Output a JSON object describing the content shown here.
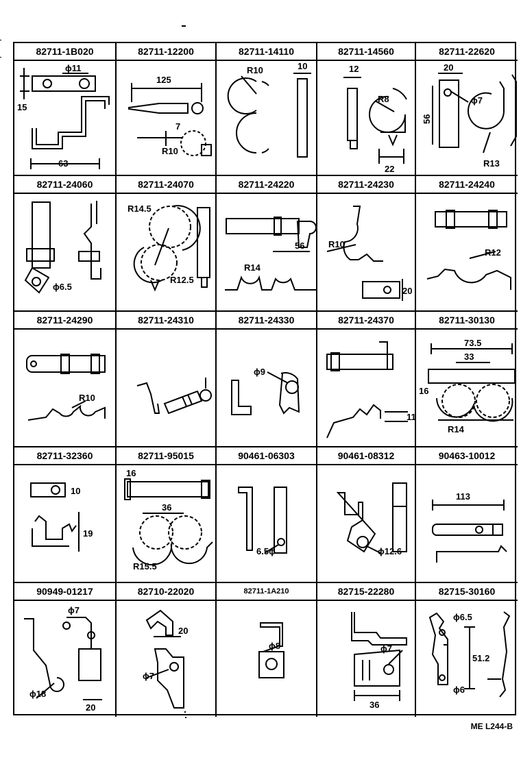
{
  "parts": [
    {
      "part_no": "82711-1B020",
      "dims": [
        "ϕ11",
        "15",
        "63"
      ]
    },
    {
      "part_no": "82711-12200",
      "dims": [
        "125",
        "7",
        "R10"
      ]
    },
    {
      "part_no": "82711-14110",
      "dims": [
        "R10",
        "10"
      ]
    },
    {
      "part_no": "82711-14560",
      "dims": [
        "12",
        "R8",
        "22"
      ]
    },
    {
      "part_no": "82711-22620",
      "dims": [
        "20",
        "ϕ7",
        "56",
        "R13"
      ]
    },
    {
      "part_no": "82711-24060",
      "dims": [
        "ϕ6.5"
      ]
    },
    {
      "part_no": "82711-24070",
      "dims": [
        "R14.5",
        "R12.5"
      ]
    },
    {
      "part_no": "82711-24220",
      "dims": [
        "56",
        "R14"
      ]
    },
    {
      "part_no": "82711-24230",
      "dims": [
        "R10",
        "20"
      ]
    },
    {
      "part_no": "82711-24240",
      "dims": [
        "R12"
      ]
    },
    {
      "part_no": "82711-24290",
      "dims": [
        "R10"
      ]
    },
    {
      "part_no": "82711-24310",
      "dims": []
    },
    {
      "part_no": "82711-24330",
      "dims": [
        "ϕ9"
      ]
    },
    {
      "part_no": "82711-24370",
      "dims": [
        "11"
      ]
    },
    {
      "part_no": "82711-30130",
      "dims": [
        "73.5",
        "33",
        "16",
        "R14"
      ]
    },
    {
      "part_no": "82711-32360",
      "dims": [
        "10",
        "19"
      ]
    },
    {
      "part_no": "82711-95015",
      "dims": [
        "16",
        "36",
        "R15.5"
      ]
    },
    {
      "part_no": "90461-06303",
      "dims": [
        "6.5ϕ"
      ]
    },
    {
      "part_no": "90461-08312",
      "dims": [
        "ϕ12.6"
      ]
    },
    {
      "part_no": "90463-10012",
      "dims": [
        "113"
      ]
    },
    {
      "part_no": "90949-01217",
      "dims": [
        "ϕ7",
        "ϕ18",
        "20"
      ]
    },
    {
      "part_no": "82710-22020",
      "dims": [
        "20",
        "ϕ7"
      ]
    },
    {
      "part_no": "82711-1A210",
      "dims": [
        "ϕ8"
      ]
    },
    {
      "part_no": "82715-22280",
      "dims": [
        "ϕ7",
        "36"
      ]
    },
    {
      "part_no": "82715-30160",
      "dims": [
        "ϕ6.5",
        "51.2",
        "ϕ6"
      ]
    }
  ],
  "figure_code": "ME  L244-B"
}
